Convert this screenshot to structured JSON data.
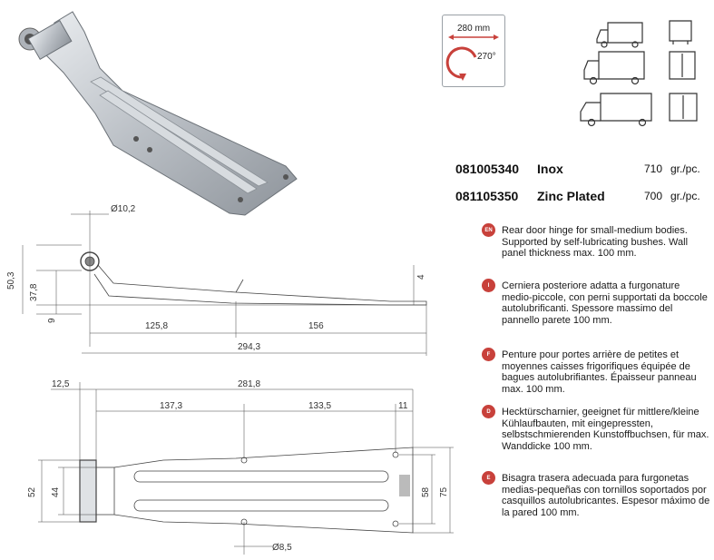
{
  "badge": {
    "size": "280 mm",
    "angle": "270°"
  },
  "products": [
    {
      "code": "081005340",
      "material": "Inox",
      "weight": "710",
      "unit": "gr./pc."
    },
    {
      "code": "081105350",
      "material": "Zinc Plated",
      "weight": "700",
      "unit": "gr./pc."
    }
  ],
  "side_view_dims": {
    "hole_diameter": "Ø10,2",
    "height_total": "50,3",
    "height_mid": "37,8",
    "offset_bottom": "9",
    "thickness": "4",
    "length_a": "125,8",
    "length_b": "156",
    "length_total": "294,3"
  },
  "top_view_dims": {
    "knuckle": "12,5",
    "length_main": "281,8",
    "seg_a": "137,3",
    "seg_b": "133,5",
    "seg_c": "11",
    "width_outer": "52",
    "width_inner": "44",
    "hole_spacing": "58",
    "plate_width": "75",
    "screw_hole": "Ø8,5"
  },
  "descriptions": [
    {
      "lang": "EN",
      "text": "Rear door hinge for small-medium bodies. Supported by self-lubricating bushes. Wall panel thickness max. 100 mm."
    },
    {
      "lang": "I",
      "text": "Cerniera posteriore adatta a furgonature medio-piccole, con perni supportati da boccole autolubrificanti. Spessore massimo del pannello parete 100 mm."
    },
    {
      "lang": "F",
      "text": "Penture pour portes arrière de petites et moyennes caisses frigorifiques équipée de bagues autolubrifiantes. Épaisseur panneau max. 100 mm."
    },
    {
      "lang": "D",
      "text": "Hecktürscharnier, geeignet für mittlere/kleine Kühlaufbauten, mit eingepressten, selbstschmierenden Kunstoffbuchsen, für max. Wanddicke 100 mm."
    },
    {
      "lang": "E",
      "text": "Bisagra trasera adecuada para furgonetas medias-pequeñas con tornillos soportados por casquillos autolubricantes. Espesor máximo de la pared 100 mm."
    }
  ],
  "colors": {
    "accent": "#c8413b",
    "metal": "#c9cdd1"
  }
}
